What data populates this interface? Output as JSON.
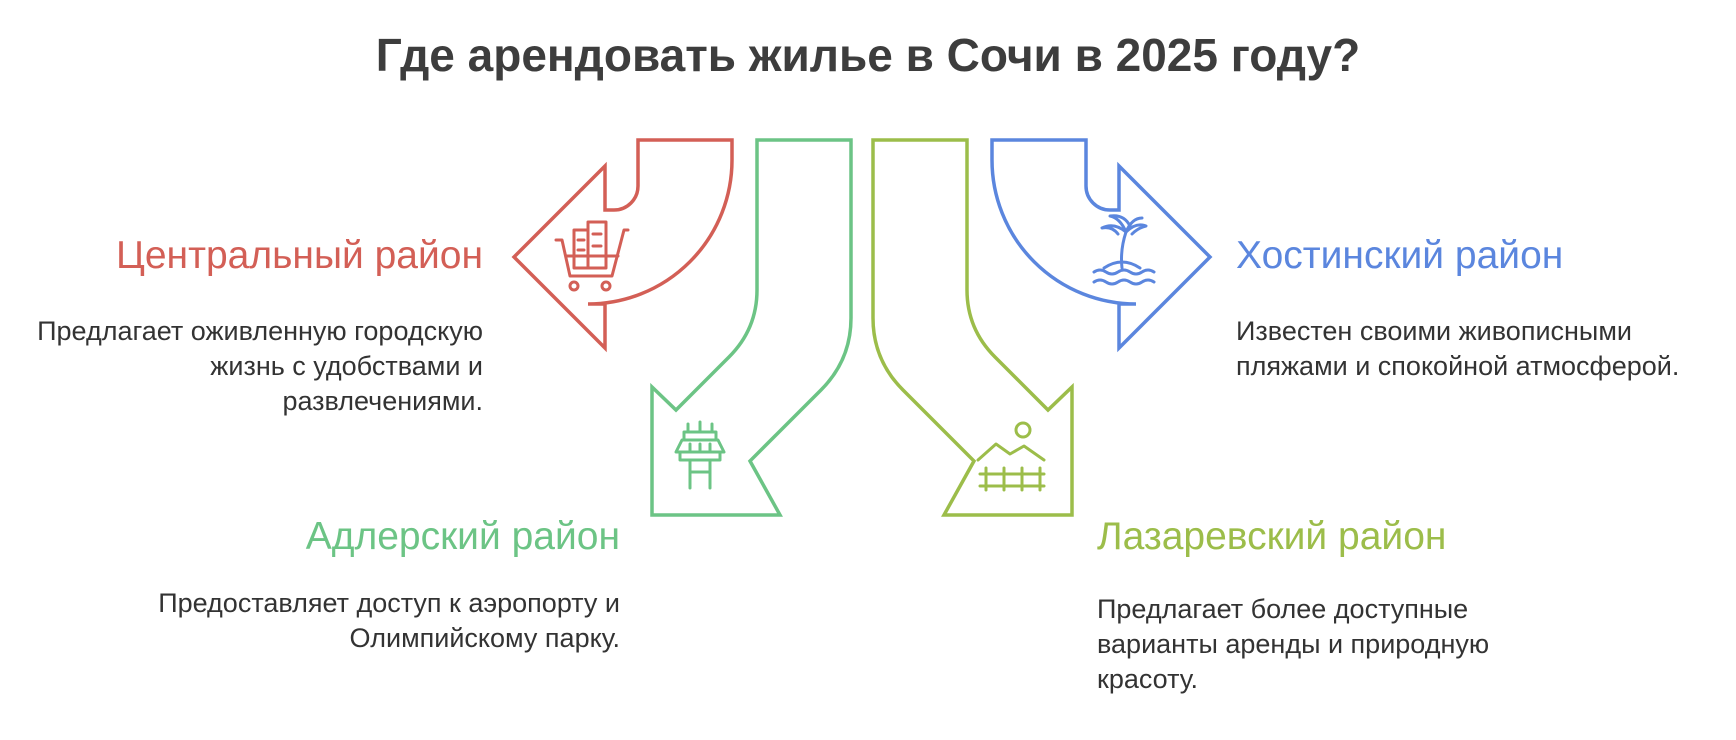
{
  "title": "Где арендовать жилье в Сочи в 2025 году?",
  "colors": {
    "central": "#d35f56",
    "adler": "#6cc485",
    "lazarevsky": "#9cbd4a",
    "khosta": "#5b86de",
    "text": "#333333",
    "title": "#3d3d3d"
  },
  "districts": [
    {
      "name": "Центральный район",
      "description": "Предлагает оживленную городскую жизнь с удобствами и развлечениями.",
      "icon": "shopping-cart-buildings-icon"
    },
    {
      "name": "Адлерский район",
      "description": "Предоставляет доступ к аэропорту и Олимпийскому парку.",
      "icon": "control-tower-icon"
    },
    {
      "name": "Лазаревский район",
      "description": "Предлагает более доступные варианты аренды и природную красоту.",
      "icon": "landscape-fence-icon"
    },
    {
      "name": "Хостинский район",
      "description": "Известен своими живописными пляжами и спокойной атмосферой.",
      "icon": "palm-island-icon"
    }
  ]
}
